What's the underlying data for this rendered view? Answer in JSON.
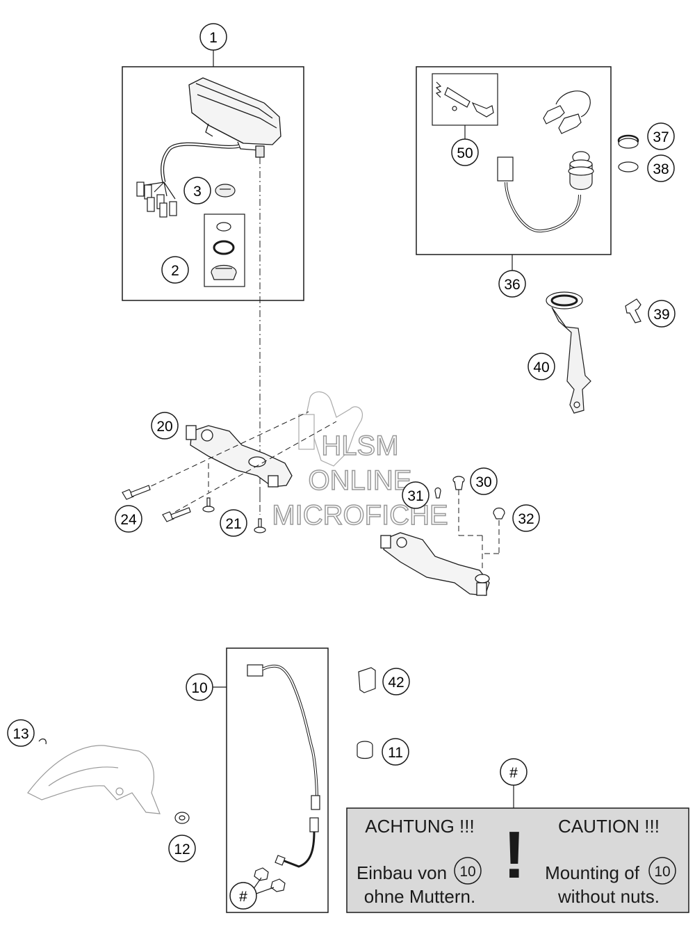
{
  "callouts": {
    "c1": "1",
    "c2": "2",
    "c3": "3",
    "c50": "50",
    "c36": "36",
    "c37": "37",
    "c38": "38",
    "c39": "39",
    "c40": "40",
    "c20": "20",
    "c24": "24",
    "c21": "21",
    "c30": "30",
    "c31": "31",
    "c32": "32",
    "c10": "10",
    "c42": "42",
    "c11": "11",
    "c13": "13",
    "c12": "12",
    "hash_top": "#",
    "hash_bottom": "#"
  },
  "watermark": {
    "line1": "HLSM",
    "line2": "ONLINE",
    "line3": "MICROFICHE"
  },
  "note": {
    "left_heading": "ACHTUNG !!!",
    "right_heading": "CAUTION !!!",
    "left_line1": "Einbau von",
    "left_ref": "10",
    "left_line2": "ohne Muttern.",
    "right_line1": "Mounting of",
    "right_ref": "10",
    "right_line2": "without nuts.",
    "exclamation": "!"
  },
  "colors": {
    "line": "#1a1a1a",
    "note_bg": "#d9d9d9",
    "watermark": "#999999"
  }
}
